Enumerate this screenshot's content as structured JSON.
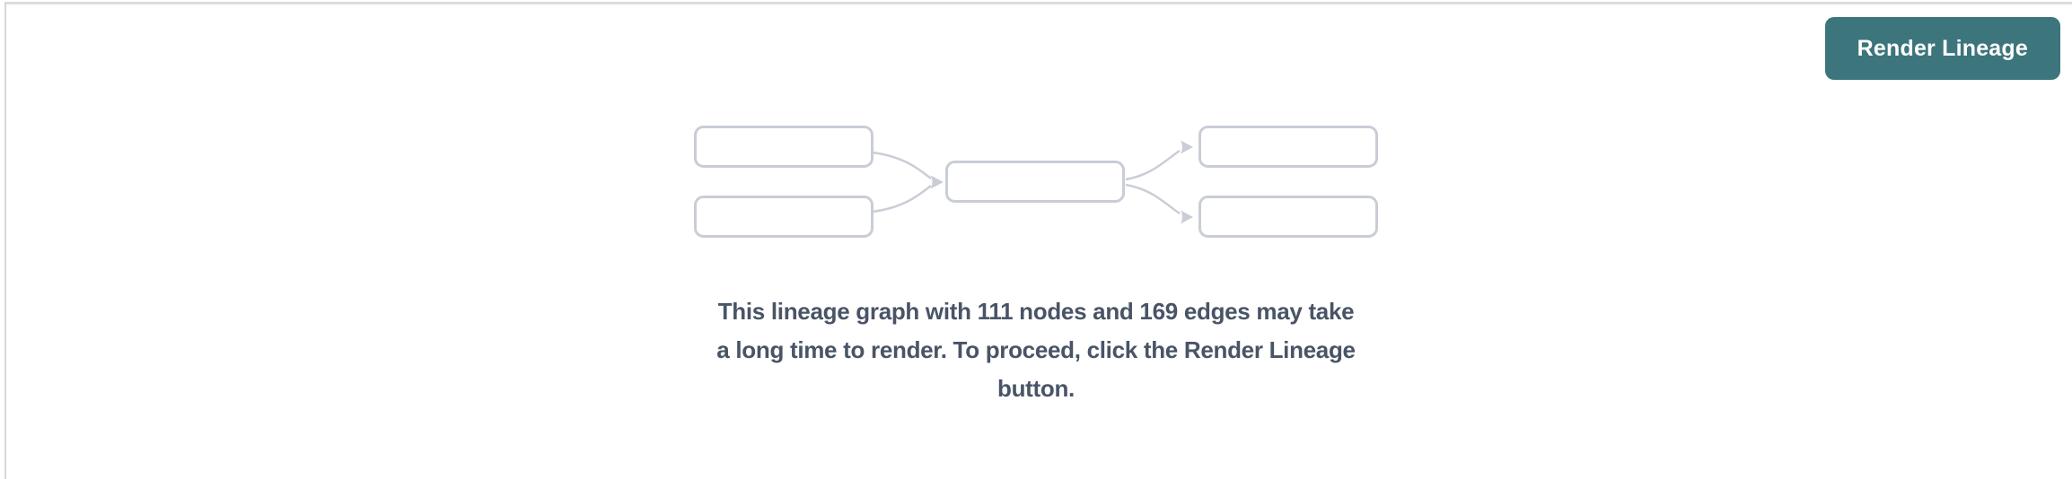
{
  "header": {
    "render_button_label": "Render Lineage"
  },
  "content": {
    "message": {
      "lines": [
        "This lineage graph with 111 nodes and 169 edges may take",
        "a long time to render. To proceed, click the Render Lineage",
        "button."
      ],
      "node_count": 111,
      "edge_count": 169
    }
  },
  "colors": {
    "button_background": "#3d757c",
    "button_text": "#ffffff",
    "message_text": "#495466",
    "illustration_stroke": "#c9cdd6",
    "panel_border": "#dcdce0",
    "page_background": "#ffffff"
  }
}
